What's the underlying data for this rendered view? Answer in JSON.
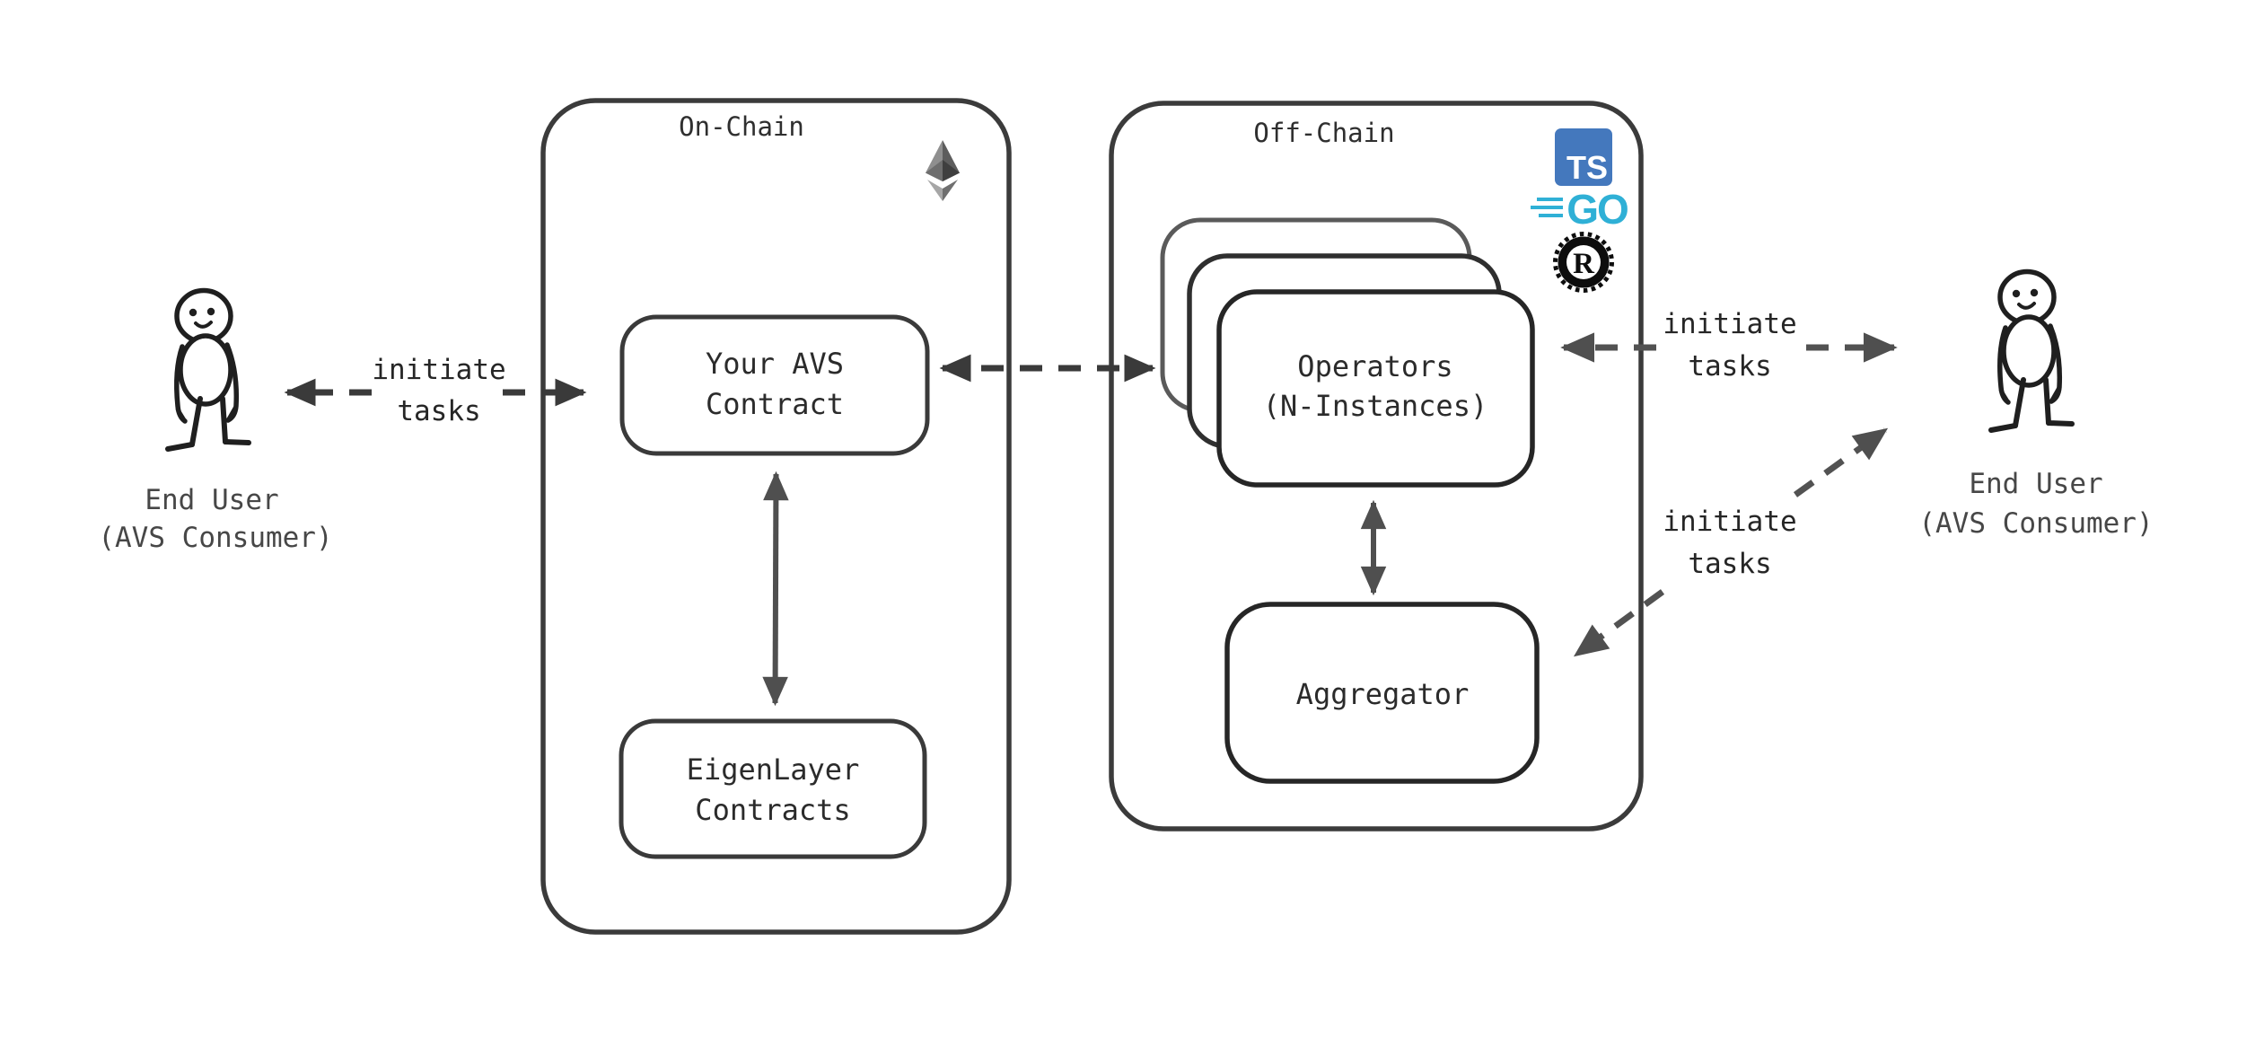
{
  "containers": {
    "on_chain": {
      "title": "On-Chain"
    },
    "off_chain": {
      "title": "Off-Chain"
    }
  },
  "nodes": {
    "avs_contract": {
      "line1": "Your AVS",
      "line2": "Contract"
    },
    "eigenlayer_contracts": {
      "line1": "EigenLayer",
      "line2": "Contracts"
    },
    "operators": {
      "line1": "Operators",
      "line2": "(N-Instances)"
    },
    "aggregator": {
      "label": "Aggregator"
    }
  },
  "edges": {
    "left_initiate": {
      "line1": "initiate",
      "line2": "tasks"
    },
    "right_initiate": {
      "line1": "initiate",
      "line2": "tasks"
    },
    "diagonal_initiate": {
      "line1": "initiate",
      "line2": "tasks"
    }
  },
  "actors": {
    "left_end_user": {
      "line1": "End User",
      "line2": "(AVS Consumer)"
    },
    "right_end_user": {
      "line1": "End User",
      "line2": "(AVS Consumer)"
    }
  },
  "logos": {
    "typescript": {
      "text": "TS",
      "color": "#4478bd"
    },
    "go": {
      "text": "GO",
      "color": "#2fb0d6"
    },
    "rust": {
      "text": "R",
      "color": "#0d0d0d"
    },
    "ethereum": {
      "icon": "ethereum-diamond"
    }
  }
}
